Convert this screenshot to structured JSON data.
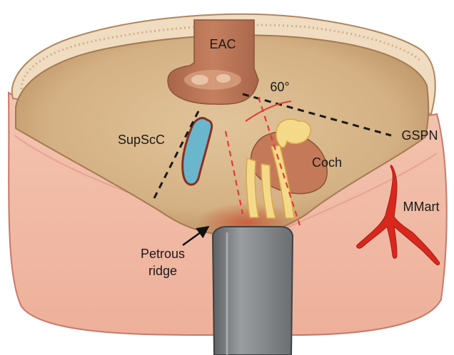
{
  "labels": {
    "eac": "EAC",
    "angle": "60°",
    "supscc": "SupScC",
    "gspn": "GSPN",
    "coch": "Coch",
    "mmart": "MMart",
    "petrous_line1": "Petrous",
    "petrous_line2": "ridge"
  },
  "colors": {
    "background": "#ffffff",
    "skin": "#f1bcaa",
    "skin_edge": "#c8786a",
    "middle_fossa_floor": "#d9b98a",
    "bone_rim": "#f0dcc0",
    "eac": "#c07a5a",
    "cochlea": "#c47a58",
    "superior_canal": "#6ab6cc",
    "nerves": "#f5d98a",
    "artery": "#d8281e",
    "retractor": "#7a7d80",
    "guide_lines": "#e23a3a",
    "dashed_lines": "#1a1a1a"
  },
  "icons": {
    "retractor": "retractor-blade",
    "arrow": "pointer-arrow"
  }
}
